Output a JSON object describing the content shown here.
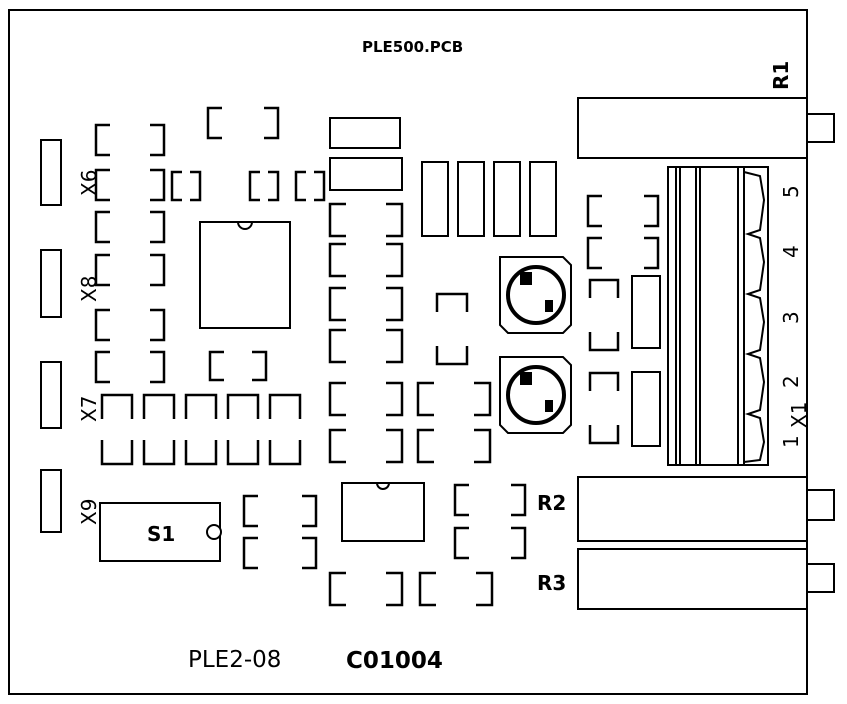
{
  "file_name": "PLE500.PCB",
  "board_label": "PLE2-08",
  "board_code": "C01004",
  "switch_label": "S1",
  "pot_labels": {
    "r1": "R1",
    "r2": "R2",
    "r3": "R3"
  },
  "connector_labels": {
    "x6": "X6",
    "x8": "X8",
    "x7": "X7",
    "x9": "X9",
    "x1": "X1"
  },
  "terminal_pins": [
    "5",
    "4",
    "3",
    "2",
    "1"
  ],
  "colors": {
    "ink": "#000000",
    "background": "#ffffff"
  }
}
